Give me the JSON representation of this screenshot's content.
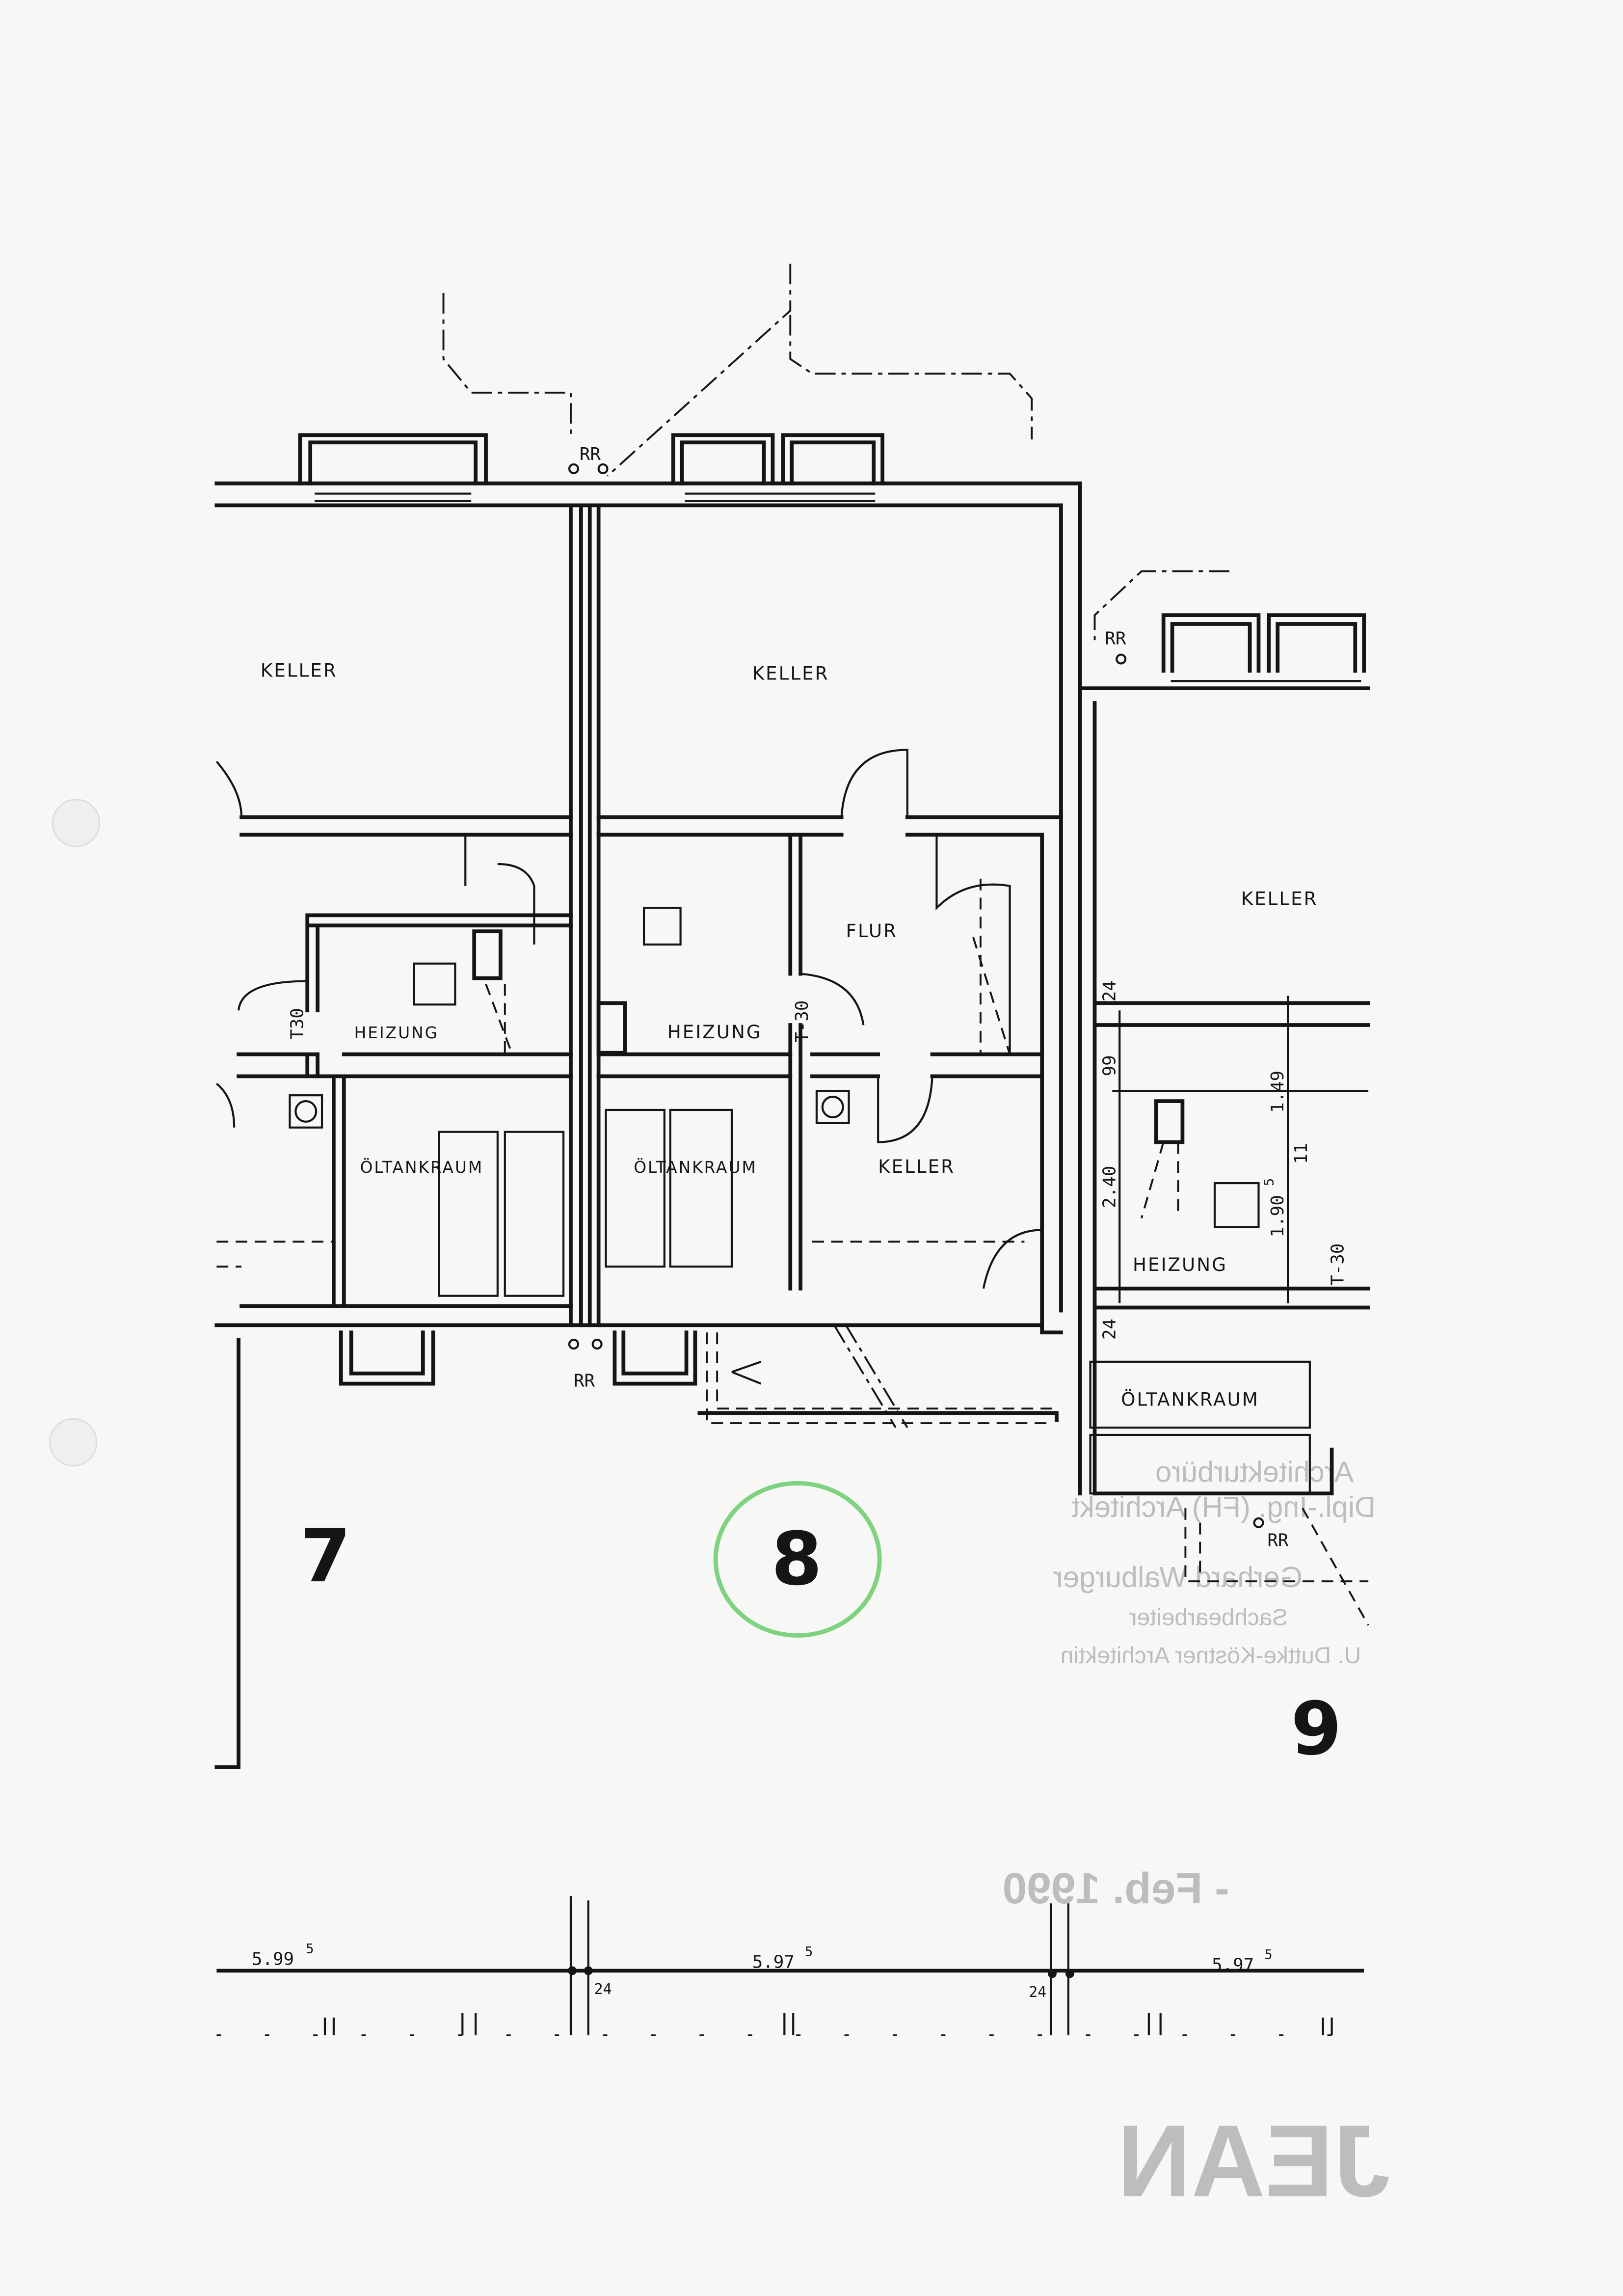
{
  "rooms": {
    "keller_1": "KELLER",
    "keller_2": "KELLER",
    "keller_3": "KELLER",
    "keller_4": "KELLER",
    "flur": "FLUR",
    "heizung_1": "HEIZUNG",
    "heizung_2": "HEIZUNG",
    "heizung_3": "HEIZUNG",
    "oeltank_1": "ÖLTANKRAUM",
    "oeltank_2": "ÖLTANKRAUM",
    "oeltank_3": "ÖLTANKRAUM"
  },
  "markers": {
    "rr": "RR",
    "door_t30": "T-30",
    "door_t30_b": "T30"
  },
  "unit_numbers": [
    "7",
    "8",
    "9"
  ],
  "dimensions": {
    "bottom": [
      "5.99",
      "5.97",
      "5.97"
    ],
    "bottom_sup": "5",
    "wall": "24",
    "unit9": {
      "d1": "24",
      "d2": "99",
      "d3": "2.40",
      "d4": "1.49",
      "d5": "1.90",
      "d5_sup": "5",
      "d6": "11",
      "d7": "24"
    }
  },
  "show_through": {
    "line1": "Architekturbüro",
    "line2": "Dipl.-Ing. (FH) Architekt",
    "line3": "Gerhard Walburger",
    "line4": "Sachbearbeiter",
    "line5": "U. Duttke-Köstner Architektin",
    "date": "- Feb. 1990",
    "logo": "JEAN"
  },
  "colors": {
    "ink": "#151515",
    "paper": "#f7f7f5",
    "highlight": "#7fd27f"
  }
}
